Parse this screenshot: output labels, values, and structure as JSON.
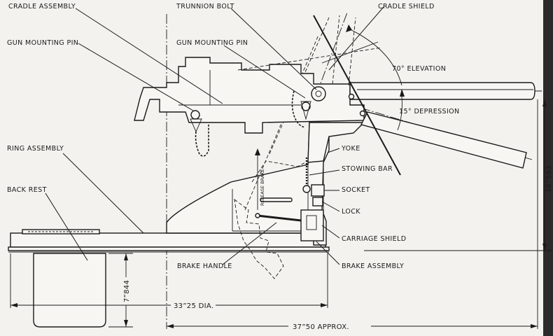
{
  "labels": {
    "cradle_assembly": "CRADLE ASSEMBLY",
    "trunnion_bolt": "TRUNNION BOLT",
    "cradle_shield": "CRADLE SHIELD",
    "gun_mounting_pin_left": "GUN MOUNTING PIN",
    "gun_mounting_pin_right": "GUN MOUNTING PIN",
    "elevation": "70° ELEVATION",
    "depression": "15° DEPRESSION",
    "ring_assembly": "RING ASSEMBLY",
    "back_rest": "BACK REST",
    "yoke": "YOKE",
    "stowing_bar": "STOWING BAR",
    "socket": "SOCKET",
    "lock": "LOCK",
    "carriage_shield": "CARRIAGE SHIELD",
    "brake_handle": "BRAKE HANDLE",
    "brake_assembly": "BRAKE ASSEMBLY",
    "release_brake": "RELEASE BRAKE"
  },
  "dimensions": {
    "ring_diameter": "33”25 DIA.",
    "overall_length": "37”50 APPROX.",
    "height_right": "16”593",
    "height_left": "7”844"
  }
}
